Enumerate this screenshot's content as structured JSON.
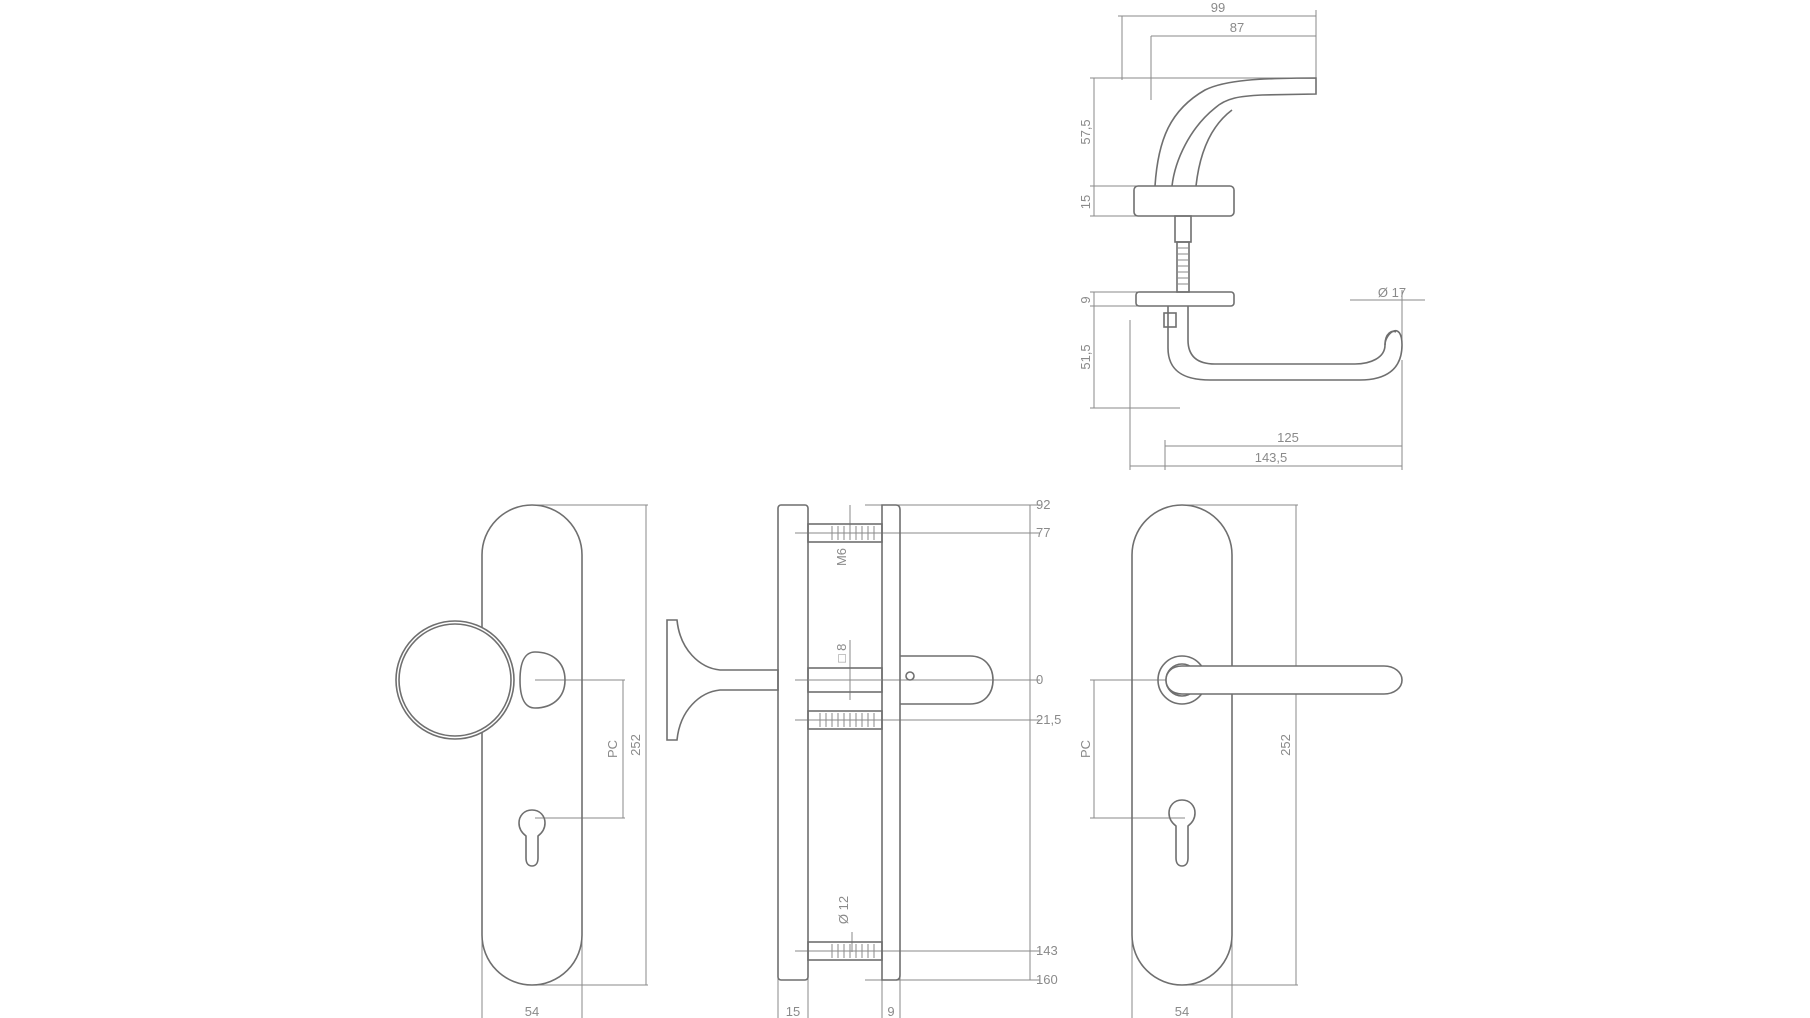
{
  "drawing": {
    "top_view": {
      "overall_width": "99",
      "lever_reach": "87",
      "lever_height": "57,5",
      "rose_height": "15",
      "rose_height_lower": "9",
      "lever_drop": "51,5",
      "lever_diameter": "Ø 17",
      "lever_length": "125",
      "overall_length": "143,5"
    },
    "knob_view": {
      "plate_width": "54",
      "plate_length": "252",
      "centre_distance": "PC"
    },
    "side_view": {
      "pos_top": "92",
      "pos_screw_top": "77",
      "screw_thread": "M6",
      "spindle_square": "□ 8",
      "pos_spindle": "0",
      "pos_screw_mid": "21,5",
      "bolt_diameter": "Ø 12",
      "pos_screw_bottom": "143",
      "pos_bottom": "160",
      "plate_thickness_left": "15",
      "plate_thickness_right": "9"
    },
    "lever_view": {
      "plate_width": "54",
      "plate_length": "252",
      "centre_distance": "PC"
    }
  }
}
